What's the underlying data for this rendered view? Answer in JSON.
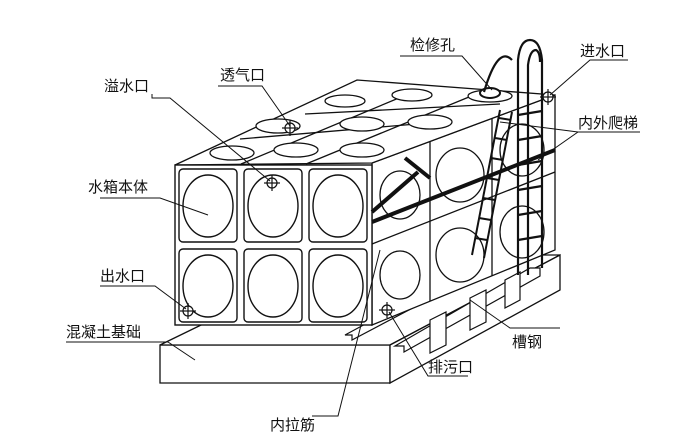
{
  "diagram": {
    "labels": {
      "inspection_hole": "检修孔",
      "vent": "透气口",
      "overflow": "溢水口",
      "inlet": "进水口",
      "ladders": "内外爬梯",
      "tank_body": "水箱本体",
      "outlet": "出水口",
      "concrete_base": "混凝土基础",
      "channel_steel": "槽钢",
      "drain": "排污口",
      "tie_bar": "内拉筋"
    },
    "colors": {
      "ink": "#111111",
      "background": "#ffffff"
    }
  }
}
